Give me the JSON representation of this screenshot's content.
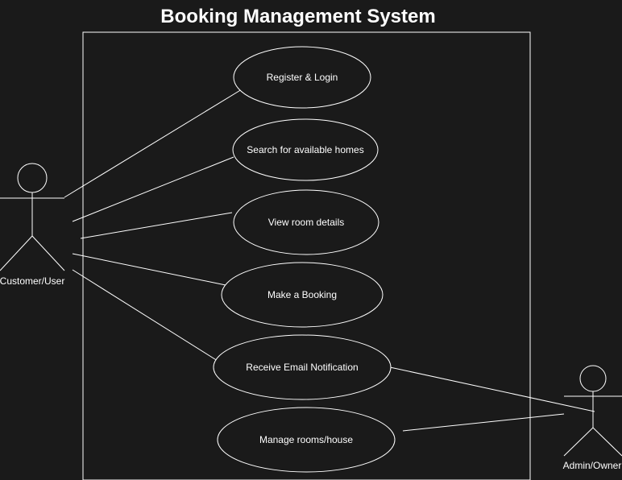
{
  "diagram": {
    "title": "Booking Management System",
    "colors": {
      "background": "#1a1a1a",
      "stroke": "#ffffff",
      "text": "#ffffff"
    },
    "actors": {
      "customer": "Customer/User",
      "admin": "Admin/Owner"
    },
    "use_cases": [
      "Register & Login",
      "Search for available homes",
      "View room details",
      "Make a Booking",
      "Receive Email Notification",
      "Manage rooms/house"
    ],
    "associations": [
      {
        "actor": "Customer/User",
        "use_case": "Register & Login"
      },
      {
        "actor": "Customer/User",
        "use_case": "Search for available homes"
      },
      {
        "actor": "Customer/User",
        "use_case": "View room details"
      },
      {
        "actor": "Customer/User",
        "use_case": "Make a Booking"
      },
      {
        "actor": "Customer/User",
        "use_case": "Receive Email Notification"
      },
      {
        "actor": "Admin/Owner",
        "use_case": "Receive Email Notification"
      },
      {
        "actor": "Admin/Owner",
        "use_case": "Manage rooms/house"
      }
    ]
  }
}
